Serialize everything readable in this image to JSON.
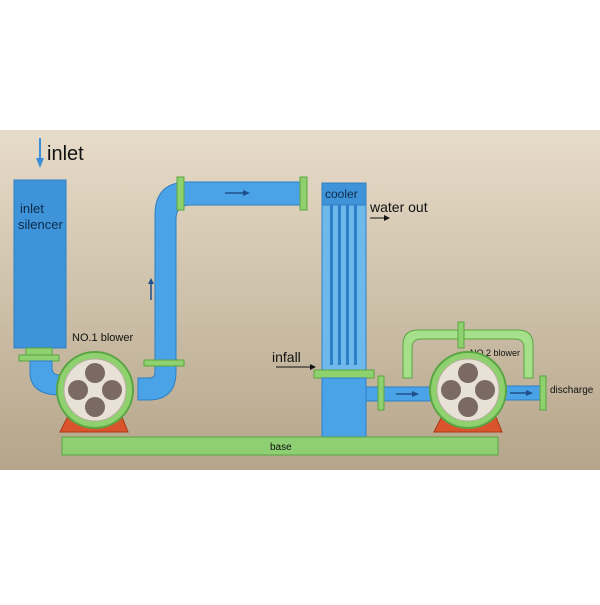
{
  "labels": {
    "inlet": "inlet",
    "silencer_line1": "inlet",
    "silencer_line2": "silencer",
    "blower1": "NO.1 blower",
    "cooler": "cooler",
    "water_out": "water out",
    "infall": "infall",
    "blower2": "NO.2 blower",
    "discharge": "discharge",
    "base": "base"
  },
  "colors": {
    "background_top": "#e7dcc9",
    "background_bottom": "#b5a58a",
    "pipe": "#4aa3e6",
    "pipe_stroke": "#2f7fc4",
    "pipe_dark": "#2d7fc8",
    "silencer": "#3f93d8",
    "flange": "#8fd16e",
    "bypass": "#a6e08a",
    "base": "#8ecf73",
    "blower_body": "#e8e1d6",
    "rotor": "#7a6a63",
    "motor": "#d9542a"
  }
}
